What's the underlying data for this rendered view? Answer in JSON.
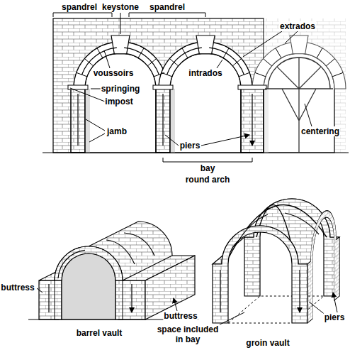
{
  "diagram": {
    "labels": [
      "spandrel",
      "keystone",
      "spandrel",
      "extrados",
      "voussoirs",
      "intrados",
      "springing",
      "impost",
      "jamb",
      "centering",
      "piers",
      "bay",
      "round arch",
      "buttress",
      "buttress",
      "barrel vault",
      "space included in bay",
      "groin vault",
      "piers"
    ]
  }
}
